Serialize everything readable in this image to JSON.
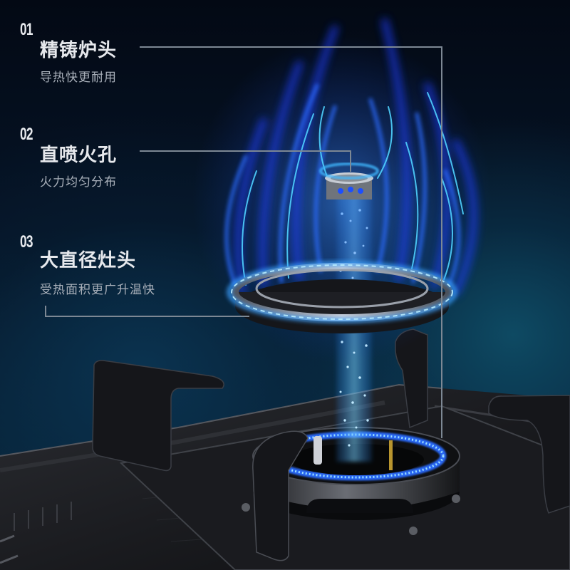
{
  "features": [
    {
      "number": "01",
      "title": "精铸炉头",
      "subtitle": "导热快更耐用"
    },
    {
      "number": "02",
      "title": "直喷火孔",
      "subtitle": "火力均匀分布"
    },
    {
      "number": "03",
      "title": "大直径灶头",
      "subtitle": "受热面积更广升温快"
    }
  ],
  "colors": {
    "background": "#030a16",
    "flame_blue": "#1a4dff",
    "flame_cyan": "#32c8ff",
    "callout_line": "#7d8894",
    "title_text": "#e6e8ec",
    "subtitle_text": "#a9b0ba",
    "steel_dark": "#1a1c20"
  }
}
